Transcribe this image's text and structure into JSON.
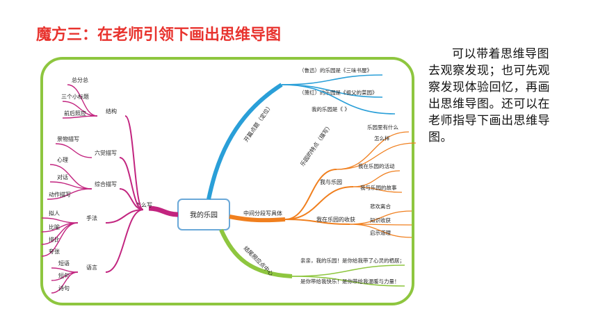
{
  "slide": {
    "title": "魔方三：在老师引领下画出思维导图",
    "side_text": "可以带着思维导图去观察发现；也可先观察发现体验回忆，再画出思维导图。还可以在老师指导下画出思维导图。"
  },
  "mindmap": {
    "center": "我的乐园",
    "left_root": "怎么写",
    "left_groups": [
      {
        "label": "结构",
        "items": [
          "总分总",
          "三个小标题",
          "前后照应"
        ]
      },
      {
        "label": "六觉描写",
        "items": [
          "景物描写"
        ]
      },
      {
        "label": "综合描写",
        "items": [
          "心理",
          "对话",
          "动作描写"
        ]
      },
      {
        "label": "手法",
        "items": [
          "拟人",
          "比喻",
          "排比",
          "夸张"
        ]
      },
      {
        "label": "语言",
        "items": [
          "短语",
          "短句",
          "诗句"
        ]
      }
    ],
    "right_branches": [
      {
        "label": "开篇点题（定位）",
        "color": "#2a9fd8",
        "items": [
          "（鲁迅）的乐园是《三味书屋》",
          "（萧红）的乐园是《祖父的菜园》",
          "我的乐园是《 》"
        ]
      },
      {
        "label": "中间分段写具体",
        "color": "#f07f1e",
        "subs": [
          {
            "label": "乐园的特点（描写）",
            "items": [
              "乐园里有什么",
              "怎么样"
            ]
          },
          {
            "label": "我与乐园",
            "items": [
              "我在乐园的活动",
              "我与乐园的故事"
            ]
          },
          {
            "label": "我在乐园的收获",
            "items": [
              "悲欢离合",
              "知识收获",
              "启示道理"
            ]
          }
        ]
      },
      {
        "label": "结尾照应点中心",
        "color": "#8ec63f",
        "items": [
          "亲亲，我的乐园！是你给我带了心灵的栖居；",
          "是你带给我快乐！是你带给我温暖与力量！"
        ]
      }
    ],
    "colors": {
      "left": "#c2247f",
      "blue": "#2a9fd8",
      "orange": "#f07f1e",
      "green": "#8ec63f",
      "title": "#e8332e"
    }
  }
}
